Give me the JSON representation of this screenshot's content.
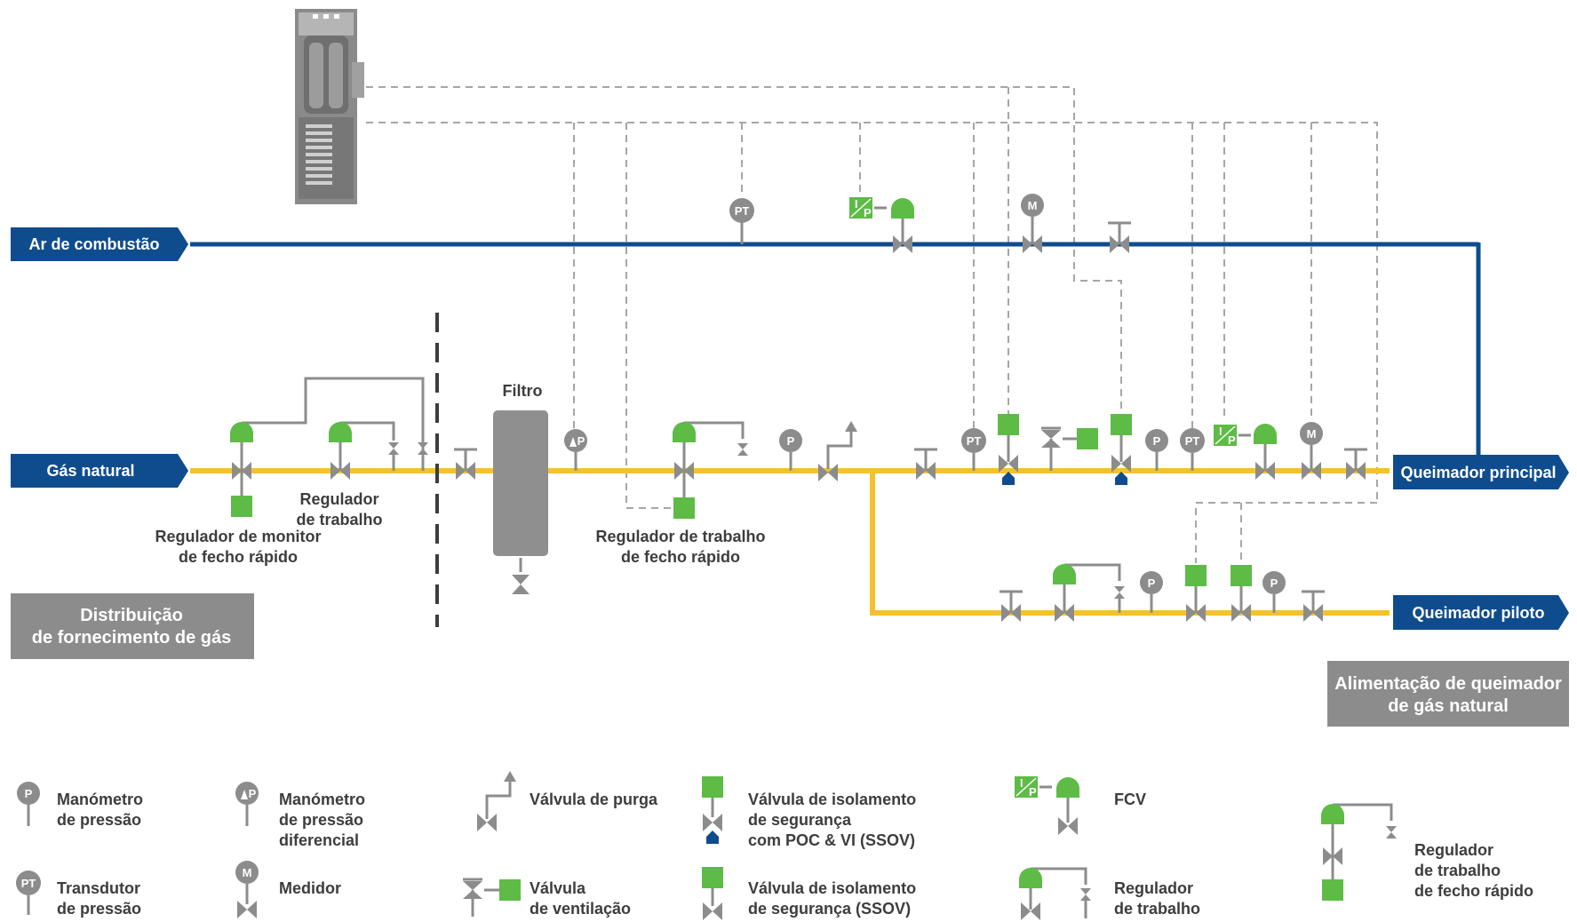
{
  "colors": {
    "gas": "#F5C12E",
    "air": "#0F4C8E",
    "valve": "#8C8C8C",
    "green": "#5DBB46",
    "signal": "#A6A6A6",
    "text": "#3D3D3D",
    "gray_box": "#8C8C8C",
    "filter": "#8F8F8F"
  },
  "tags": {
    "air": "Ar de combustão",
    "gas": "Gás natural",
    "main_burner": "Queimador principal",
    "pilot_burner": "Queimador piloto"
  },
  "labels": {
    "filter": "Filtro",
    "monitor_regulator": [
      "Regulador de monitor",
      "de fecho rápido"
    ],
    "work_regulator": [
      "Regulador",
      "de trabalho"
    ],
    "work_regulator_fast": [
      "Regulador de trabalho",
      "de fecho rápido"
    ]
  },
  "boxes": {
    "distribution": [
      "Distribuição",
      "de fornecimento de gás"
    ],
    "supply": [
      "Alimentação de queimador",
      "de gás natural"
    ]
  },
  "symbols": {
    "pressure_gauge": "P",
    "diff_pressure_gauge": "P",
    "pressure_transducer": "PT",
    "meter": "M",
    "ip_top": "I",
    "ip_bottom": "P"
  },
  "legend": {
    "pressure_gauge": [
      "Manómetro",
      "de pressão"
    ],
    "diff_pressure_gauge": [
      "Manómetro",
      "de pressão",
      "diferencial"
    ],
    "purge_valve": [
      "Válvula de purga"
    ],
    "ssov_poc": [
      "Válvula de isolamento",
      "de segurança",
      "com POC & VI (SSOV)"
    ],
    "fcv": [
      "FCV"
    ],
    "work_regulator_fast": [
      "Regulador",
      "de trabalho",
      "de fecho rápido"
    ],
    "pressure_transducer": [
      "Transdutor",
      "de pressão"
    ],
    "meter": [
      "Medidor"
    ],
    "vent_valve": [
      "Válvula",
      "de ventilação"
    ],
    "ssov": [
      "Válvula de isolamento",
      "de segurança (SSOV)"
    ],
    "work_regulator": [
      "Regulador",
      "de trabalho"
    ]
  }
}
